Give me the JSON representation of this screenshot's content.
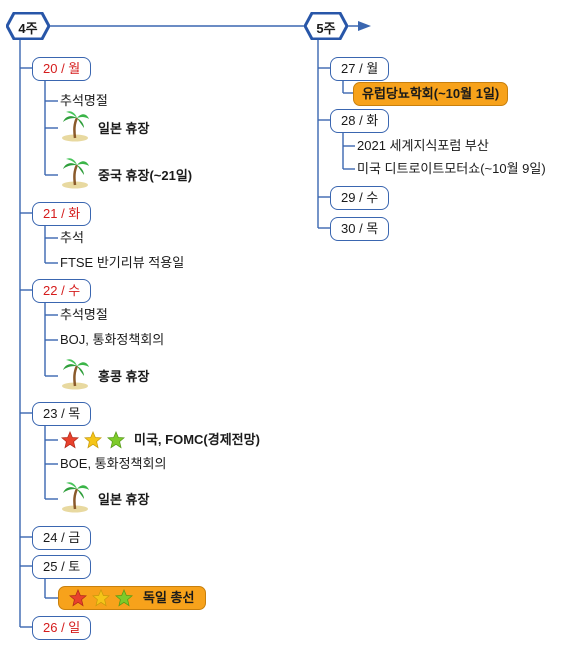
{
  "weeks": [
    {
      "label": "4주",
      "days": [
        {
          "label": "20 / 월",
          "items": [
            "추석명절",
            "일본 휴장",
            "중국 휴장(~21일)"
          ]
        },
        {
          "label": "21 / 화",
          "items": [
            "추석",
            "FTSE 반기리뷰 적용일"
          ]
        },
        {
          "label": "22 / 수",
          "items": [
            "추석명절",
            "BOJ, 통화정책회의",
            "홍콩 휴장"
          ]
        },
        {
          "label": "23 / 목",
          "items": [
            "미국, FOMC(경제전망)",
            "BOE, 통화정책회의",
            "일본 휴장"
          ]
        },
        {
          "label": "24 / 금"
        },
        {
          "label": "25 / 토",
          "items": [
            "독일 총선"
          ]
        },
        {
          "label": "26 / 일"
        }
      ]
    },
    {
      "label": "5주",
      "days": [
        {
          "label": "27 / 월",
          "items": [
            "유럽당뇨학회(~10월 1일)"
          ]
        },
        {
          "label": "28 / 화",
          "items": [
            "2021 세계지식포럼 부산",
            "미국 디트로이트모터쇼(~10월 9일)"
          ]
        },
        {
          "label": "29 / 수"
        },
        {
          "label": "30 / 목"
        }
      ]
    }
  ],
  "colors": {
    "connector": "#3a66b0",
    "weekend_text": "#d51c1c",
    "highlight": "#f7a21b",
    "star_red": "#e8412c",
    "star_yellow": "#f5c518",
    "star_green": "#7ecb2a"
  },
  "icons": [
    "palm-tree-icon",
    "red-star-icon",
    "yellow-star-icon",
    "green-star-icon"
  ]
}
